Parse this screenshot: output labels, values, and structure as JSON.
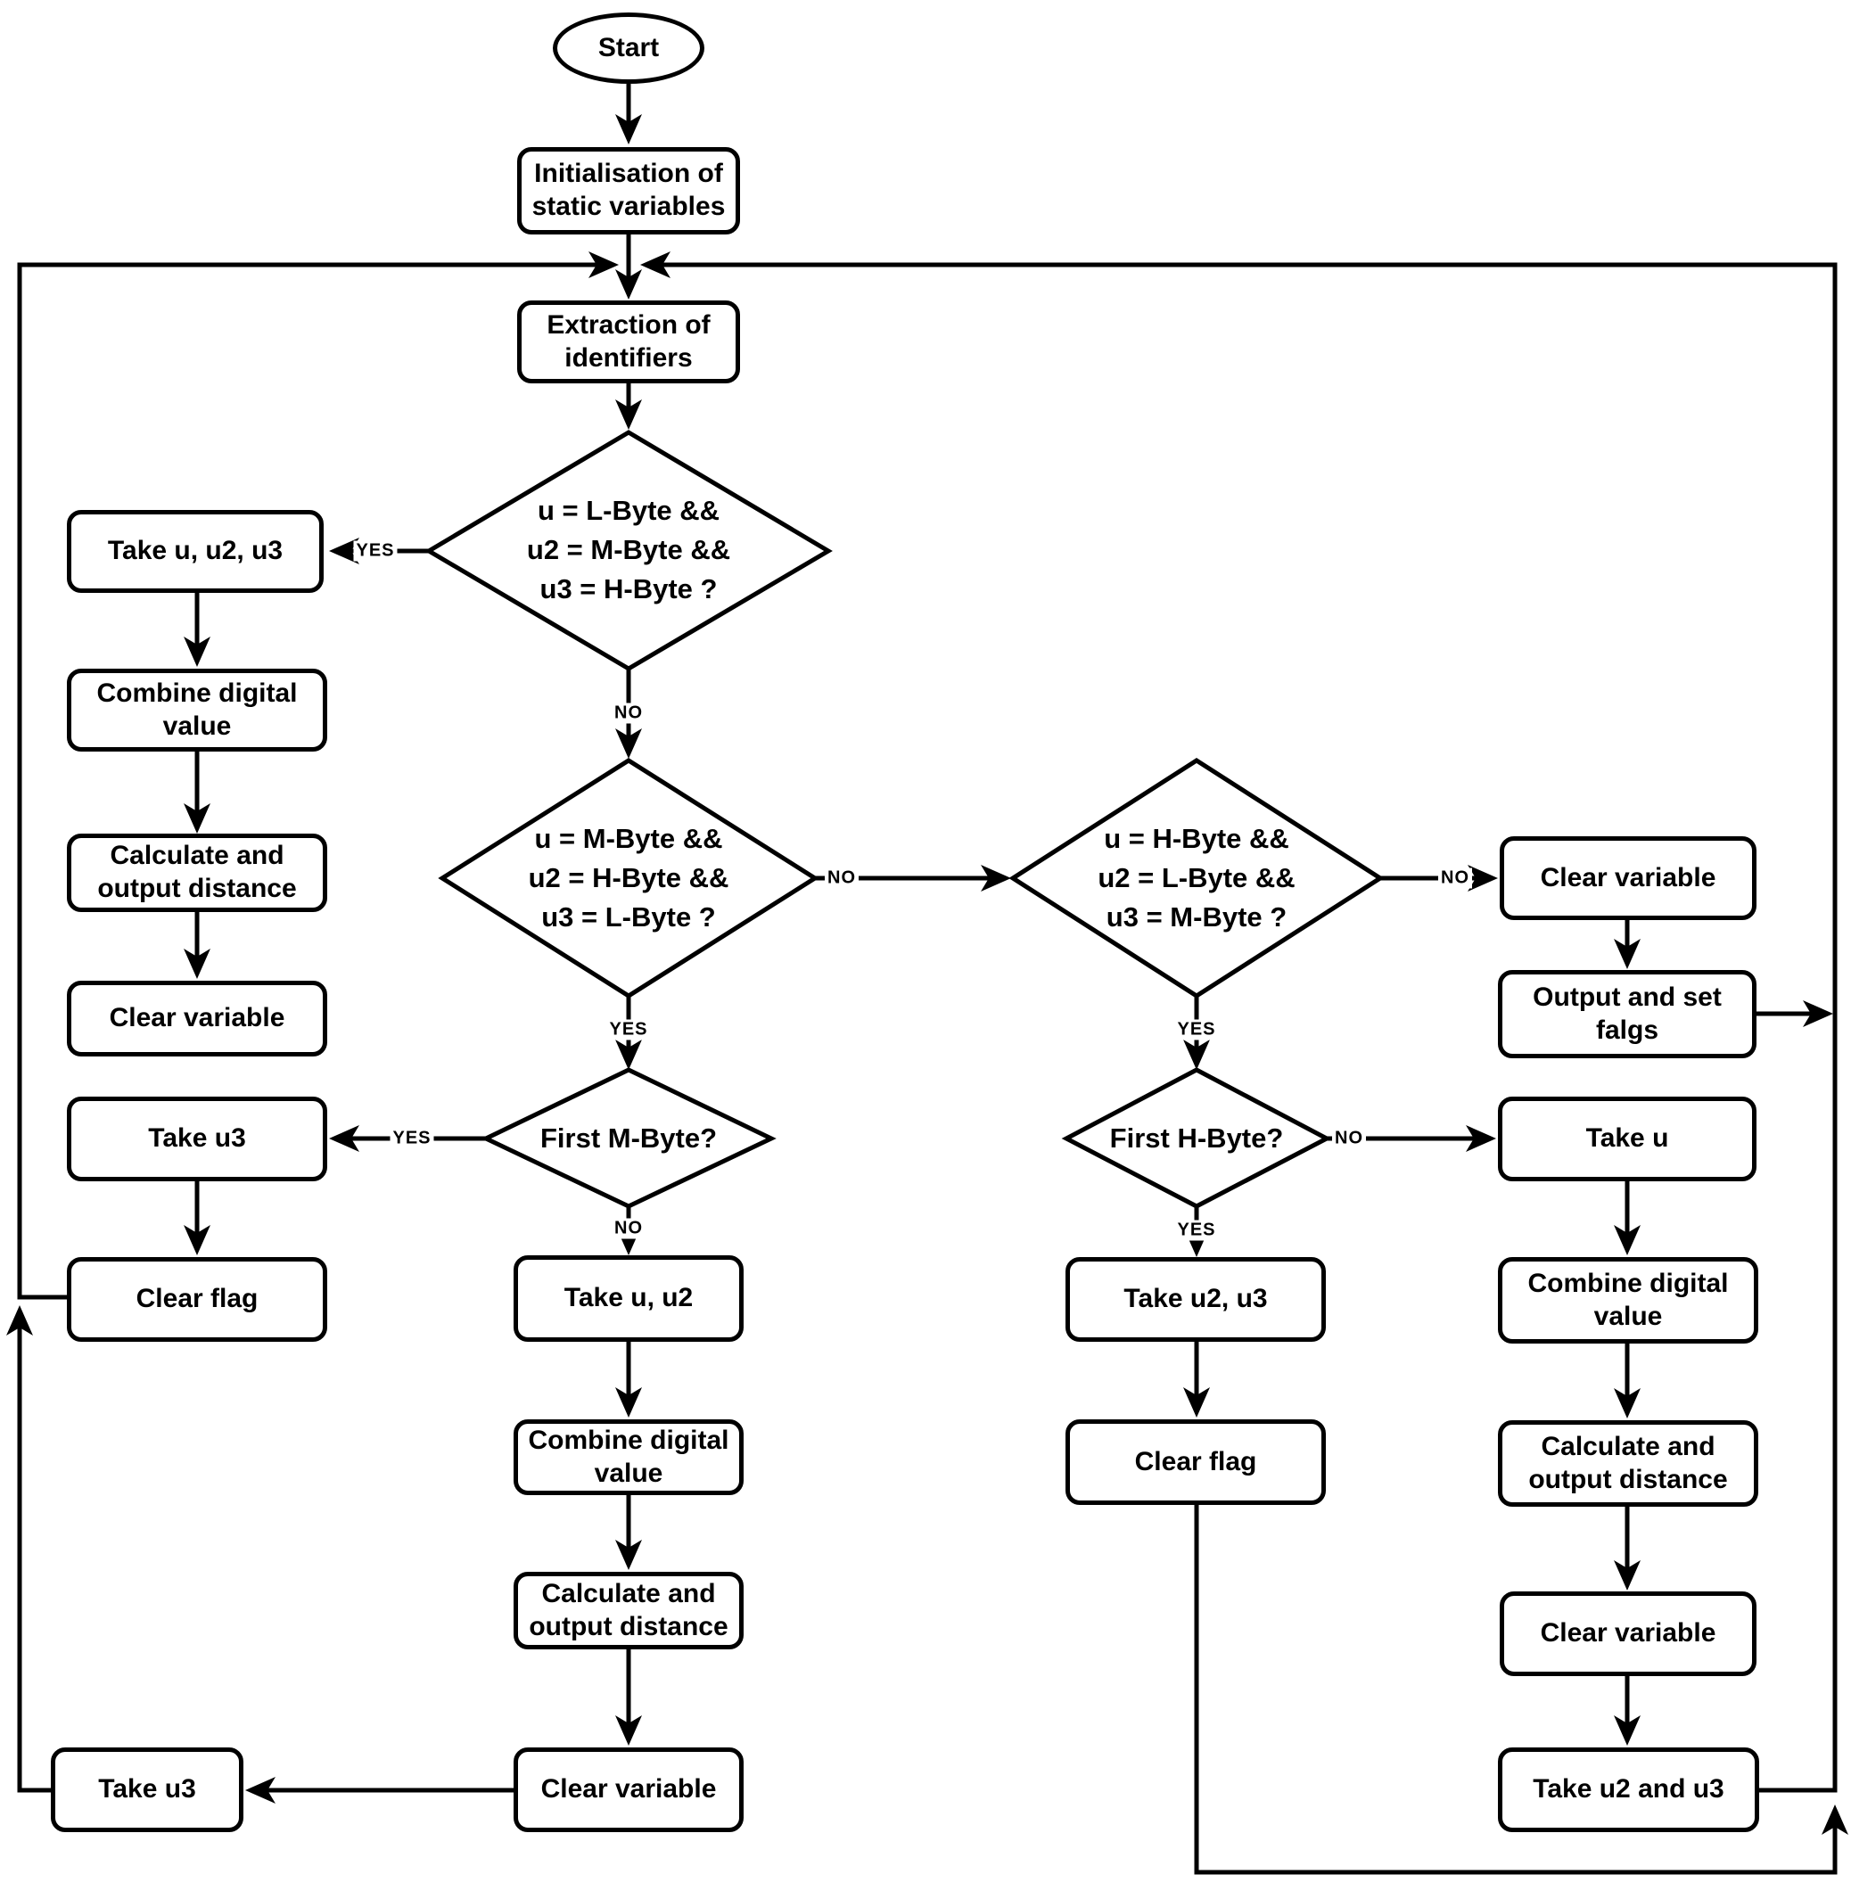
{
  "labels": {
    "yes": "YES",
    "no": "NO"
  },
  "colors": {
    "stroke": "#000000",
    "background": "#ffffff"
  },
  "nodes": {
    "start": "Start",
    "init": "Initialisation of\nstatic variables",
    "extract": "Extraction of\nidentifiers",
    "d1": "u = L-Byte &&\nu2 = M-Byte &&\nu3 = H-Byte ?",
    "d2": "u = M-Byte &&\nu2 = H-Byte &&\nu3 = L-Byte ?",
    "d3": "u = H-Byte &&\nu2 = L-Byte &&\nu3 = M-Byte ?",
    "first_m": "First M-Byte?",
    "first_h": "First H-Byte?",
    "take_u_u2_u3": "Take u, u2, u3",
    "combine_left": "Combine digital\nvalue",
    "calc_left": "Calculate and\noutput distance",
    "clear_var_left": "Clear variable",
    "take_u3_left": "Take u3",
    "clear_flag_left": "Clear flag",
    "take_u_u2": "Take u, u2",
    "combine_mid": "Combine digital\nvalue",
    "calc_mid": "Calculate and\noutput distance",
    "clear_var_mid": "Clear variable",
    "take_u3_bottom": "Take u3",
    "take_u2_u3": "Take u2, u3",
    "clear_flag_mid": "Clear flag",
    "clear_var_right": "Clear variable",
    "output_flags": "Output and set\nfalgs",
    "take_u": "Take u",
    "combine_right": "Combine digital\nvalue",
    "calc_right": "Calculate and\noutput distance",
    "clear_var_right2": "Clear variable",
    "take_u2_and_u3": "Take u2 and u3"
  }
}
